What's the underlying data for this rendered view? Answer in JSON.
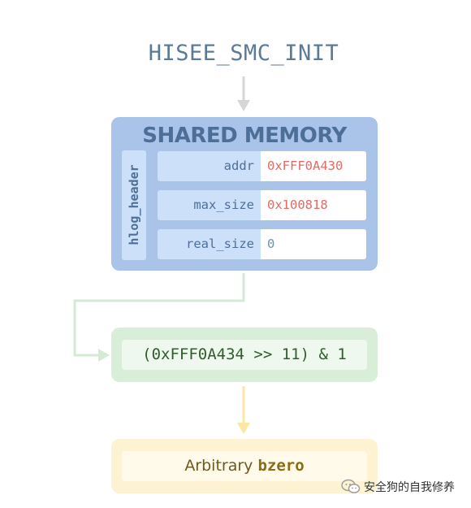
{
  "title": "HISEE_SMC_INIT",
  "shared_memory": {
    "title": "SHARED MEMORY",
    "struct_name": "hlog_header",
    "fields": [
      {
        "key": "addr",
        "value": "0xFFF0A430"
      },
      {
        "key": "max_size",
        "value": "0x100818"
      },
      {
        "key": "real_size",
        "value": "0"
      }
    ]
  },
  "condition": {
    "expression": "(0xFFF0A434 >> 11) & 1"
  },
  "result": {
    "text_plain": "Arbitrary ",
    "text_code": "bzero"
  },
  "watermark": {
    "text": "安全狗的自我修养",
    "icon": "wechat-icon"
  },
  "colors": {
    "title": "#5b7a99",
    "memory_bg": "#a9c3e9",
    "memory_cell": "#cce0fa",
    "value_red": "#e26b64",
    "value_blue": "#6f8fb3",
    "condition_bg": "#d9eed9",
    "condition_text": "#2f5e2b",
    "result_bg": "#fdf3d2",
    "result_text": "#6d5a22"
  }
}
